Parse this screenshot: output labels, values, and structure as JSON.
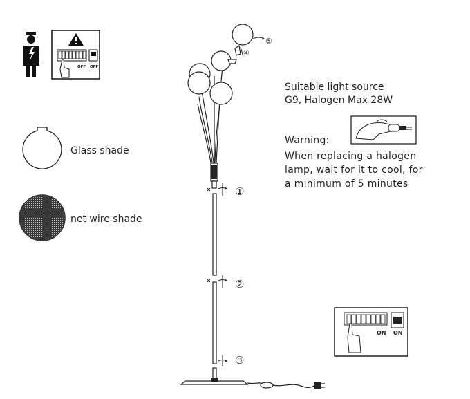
{
  "labels": {
    "glass_shade": "Glass shade",
    "net_wire_shade": "net wire shade"
  },
  "light_source": {
    "line1": "Suitable light source",
    "line2": "G9, Halogen Max 28W"
  },
  "warning": {
    "title": "Warning:",
    "line1": "When replacing a halogen",
    "line2": "lamp, wait for it to cool, for",
    "line3": "a minimum of 5 minutes"
  },
  "panel_off": {
    "breaker_label": "OFF",
    "switch_label": "OFF"
  },
  "panel_on": {
    "breaker_label": "ON",
    "switch_label": "ON"
  },
  "steps": {
    "s1": "①",
    "s2": "②",
    "s3": "③",
    "s4": "④",
    "s5": "⑤"
  }
}
